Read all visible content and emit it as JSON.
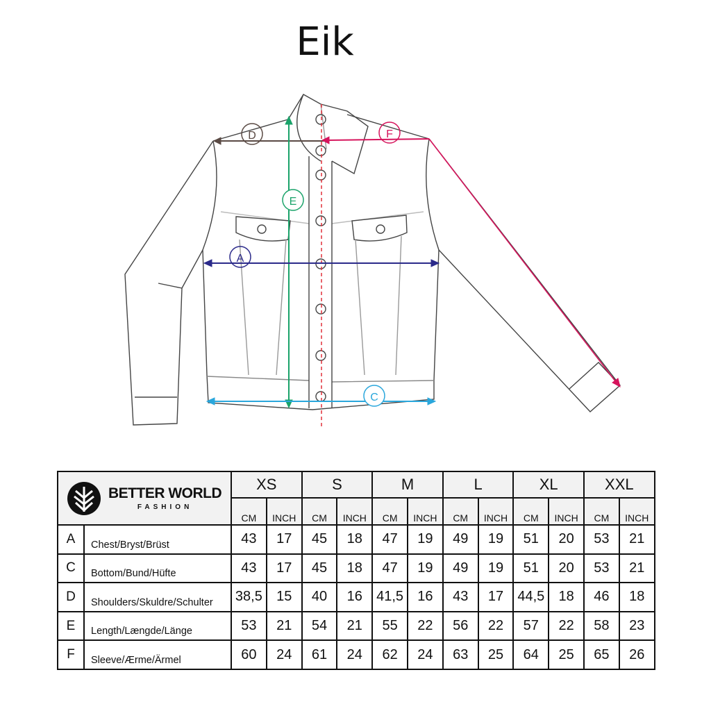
{
  "title": "Eik",
  "diagram_labels": {
    "A": "A",
    "C": "C",
    "D": "D",
    "E": "E",
    "F": "F"
  },
  "colors": {
    "A": "#2b2a8a",
    "C": "#2aa7dc",
    "D": "#5a4a44",
    "E": "#1aa36a",
    "F": "#d6145c",
    "center": "#e0303a"
  },
  "brand": {
    "name": "BETTER WORLD",
    "sub": "FASHION"
  },
  "table": {
    "sizes": [
      "XS",
      "S",
      "M",
      "L",
      "XL",
      "XXL"
    ],
    "units": [
      "CM",
      "INCH"
    ],
    "rows": [
      {
        "key": "A",
        "label": "Chest/Bryst/Brüst",
        "values": [
          "43",
          "17",
          "45",
          "18",
          "47",
          "19",
          "49",
          "19",
          "51",
          "20",
          "53",
          "21"
        ]
      },
      {
        "key": "C",
        "label": "Bottom/Bund/Hüfte",
        "values": [
          "43",
          "17",
          "45",
          "18",
          "47",
          "19",
          "49",
          "19",
          "51",
          "20",
          "53",
          "21"
        ]
      },
      {
        "key": "D",
        "label": "Shoulders/Skuldre/Schulter",
        "values": [
          "38,5",
          "15",
          "40",
          "16",
          "41,5",
          "16",
          "43",
          "17",
          "44,5",
          "18",
          "46",
          "18"
        ]
      },
      {
        "key": "E",
        "label": "Length/Længde/Länge",
        "values": [
          "53",
          "21",
          "54",
          "21",
          "55",
          "22",
          "56",
          "22",
          "57",
          "22",
          "58",
          "23"
        ]
      },
      {
        "key": "F",
        "label": "Sleeve/Ærme/Ärmel",
        "values": [
          "60",
          "24",
          "61",
          "24",
          "62",
          "24",
          "63",
          "25",
          "64",
          "25",
          "65",
          "26"
        ]
      }
    ]
  }
}
